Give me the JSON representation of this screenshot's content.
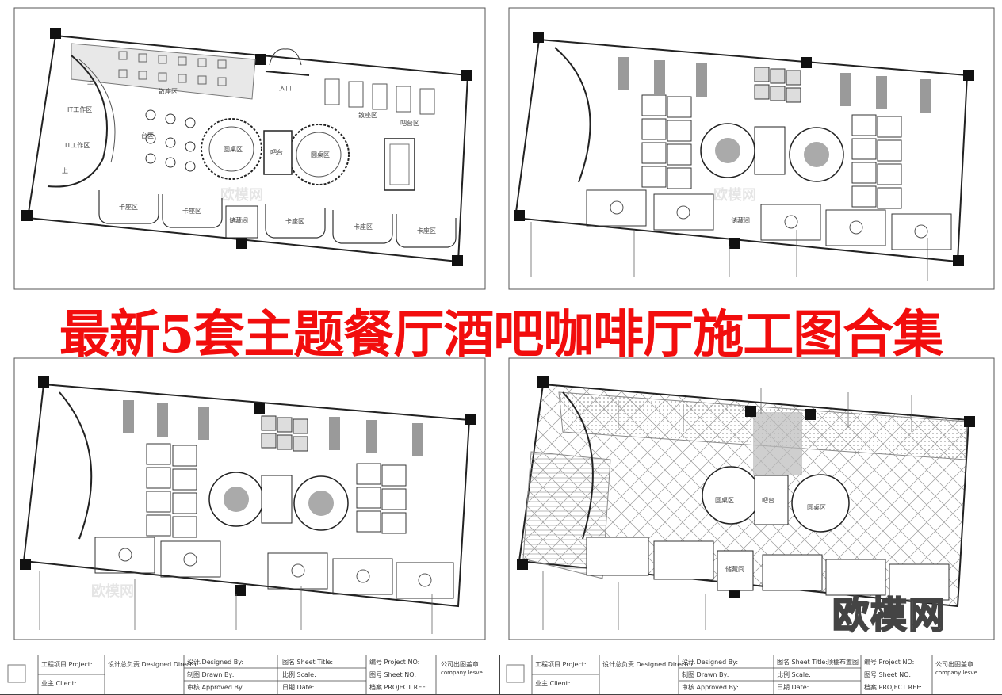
{
  "banner": {
    "title": "最新5套主题餐厅酒吧咖啡厅施工图合集"
  },
  "logo": {
    "text": "欧模网"
  },
  "watermark": {
    "text": "欧模网"
  },
  "plan1": {
    "zones": {
      "entrance": "入口",
      "dining": "散座区",
      "round1": "圆桌区",
      "round2": "圆桌区",
      "bar": "吧台",
      "lounge": "散座区",
      "bar_zone": "吧台区",
      "booth1": "卡座区",
      "booth2": "卡座区",
      "booth3": "卡座区",
      "booth4": "卡座区",
      "booth5": "卡座区",
      "office1": "IT工作区",
      "office2": "IT工作区",
      "up1": "上",
      "up2": "上",
      "table": "台区",
      "storage": "储藏间"
    }
  },
  "plan2": {
    "storage": "储藏间"
  },
  "plan4": {
    "round1": "圆桌区",
    "round2": "圆桌区",
    "center": "吧台",
    "storage": "储藏间"
  },
  "titleblock": {
    "left": {
      "project": "工程项目 Project:",
      "client": "业主 Client:",
      "designer": "设计总负责 Designed Director:",
      "design": "设计 Designed By:",
      "drawn": "制图 Drawn By:",
      "approved": "审核 Approved By:",
      "sheet": "图名 Sheet Title:",
      "scale": "比例 Scale:",
      "date": "日期 Date:",
      "proj_no": "编号 Project NO:",
      "sheet_no": "图号 Sheet NO:",
      "ref": "档案 PROJECT REF:",
      "company": "公司出图盖章",
      "company_en": "company lesve"
    },
    "right": {
      "project": "工程项目 Project:",
      "client": "业主 Client:",
      "designer": "设计总负责 Designed Director:",
      "design": "设计 Designed By:",
      "drawn": "制图 Drawn By:",
      "approved": "审核 Approved By:",
      "sheet": "图名 Sheet Title:",
      "sheet_value": "顶棚布置图",
      "scale": "比例 Scale:",
      "date": "日期 Date:",
      "proj_no": "编号 Project NO:",
      "sheet_no": "图号 Sheet NO:",
      "ref": "档案 PROJECT REF:",
      "company": "公司出图盖章",
      "company_en": "company lesve"
    }
  },
  "colors": {
    "banner": "#f20d0d",
    "line": "#222222",
    "fill": "#9a9a9a"
  }
}
